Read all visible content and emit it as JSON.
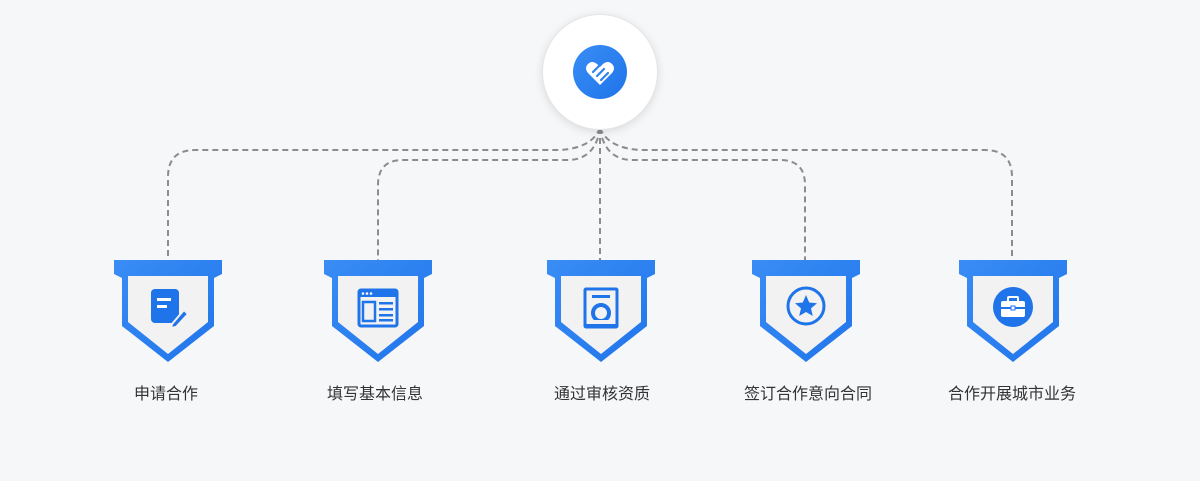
{
  "diagram": {
    "hub": {
      "icon": "handshake-heart-icon"
    },
    "steps": [
      {
        "label": "申请合作",
        "icon": "edit-document-icon"
      },
      {
        "label": "填写基本信息",
        "icon": "browser-form-icon"
      },
      {
        "label": "通过审核资质",
        "icon": "certificate-icon"
      },
      {
        "label": "签订合作意向合同",
        "icon": "star-badge-icon"
      },
      {
        "label": "合作开展城市业务",
        "icon": "briefcase-icon"
      }
    ]
  },
  "colors": {
    "accent": "#1f74ea",
    "accent_light": "#3a8df5",
    "connector": "#8c8c8c",
    "background": "#f6f7f9",
    "shield_inner": "#f2f2f2",
    "text": "#333333"
  }
}
